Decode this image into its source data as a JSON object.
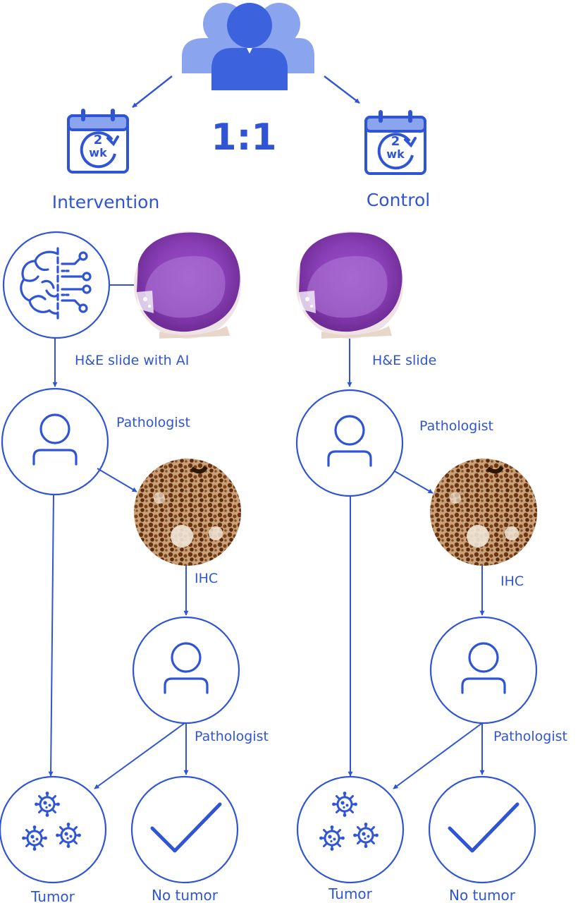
{
  "ratio": "1:1",
  "calendar_badge": {
    "number": "2",
    "unit": "wk"
  },
  "arms": {
    "intervention": {
      "title": "Intervention",
      "slide_label": "H&E slide with AI",
      "pathologist_1": "Pathologist",
      "ihc_label": "IHC",
      "pathologist_2": "Pathologist",
      "outcome_tumor": "Tumor",
      "outcome_no_tumor": "No tumor"
    },
    "control": {
      "title": "Control",
      "slide_label": "H&E slide",
      "pathologist_1": "Pathologist",
      "ihc_label": "IHC",
      "pathologist_2": "Pathologist",
      "outcome_tumor": "Tumor",
      "outcome_no_tumor": "No tumor"
    }
  },
  "colors": {
    "stroke": "#2f55d4",
    "group_light": "#8aa4ee",
    "group_dark": "#3c63dd",
    "he_stain": "#8c3db3",
    "ihc_stain": "#7a3e16"
  }
}
